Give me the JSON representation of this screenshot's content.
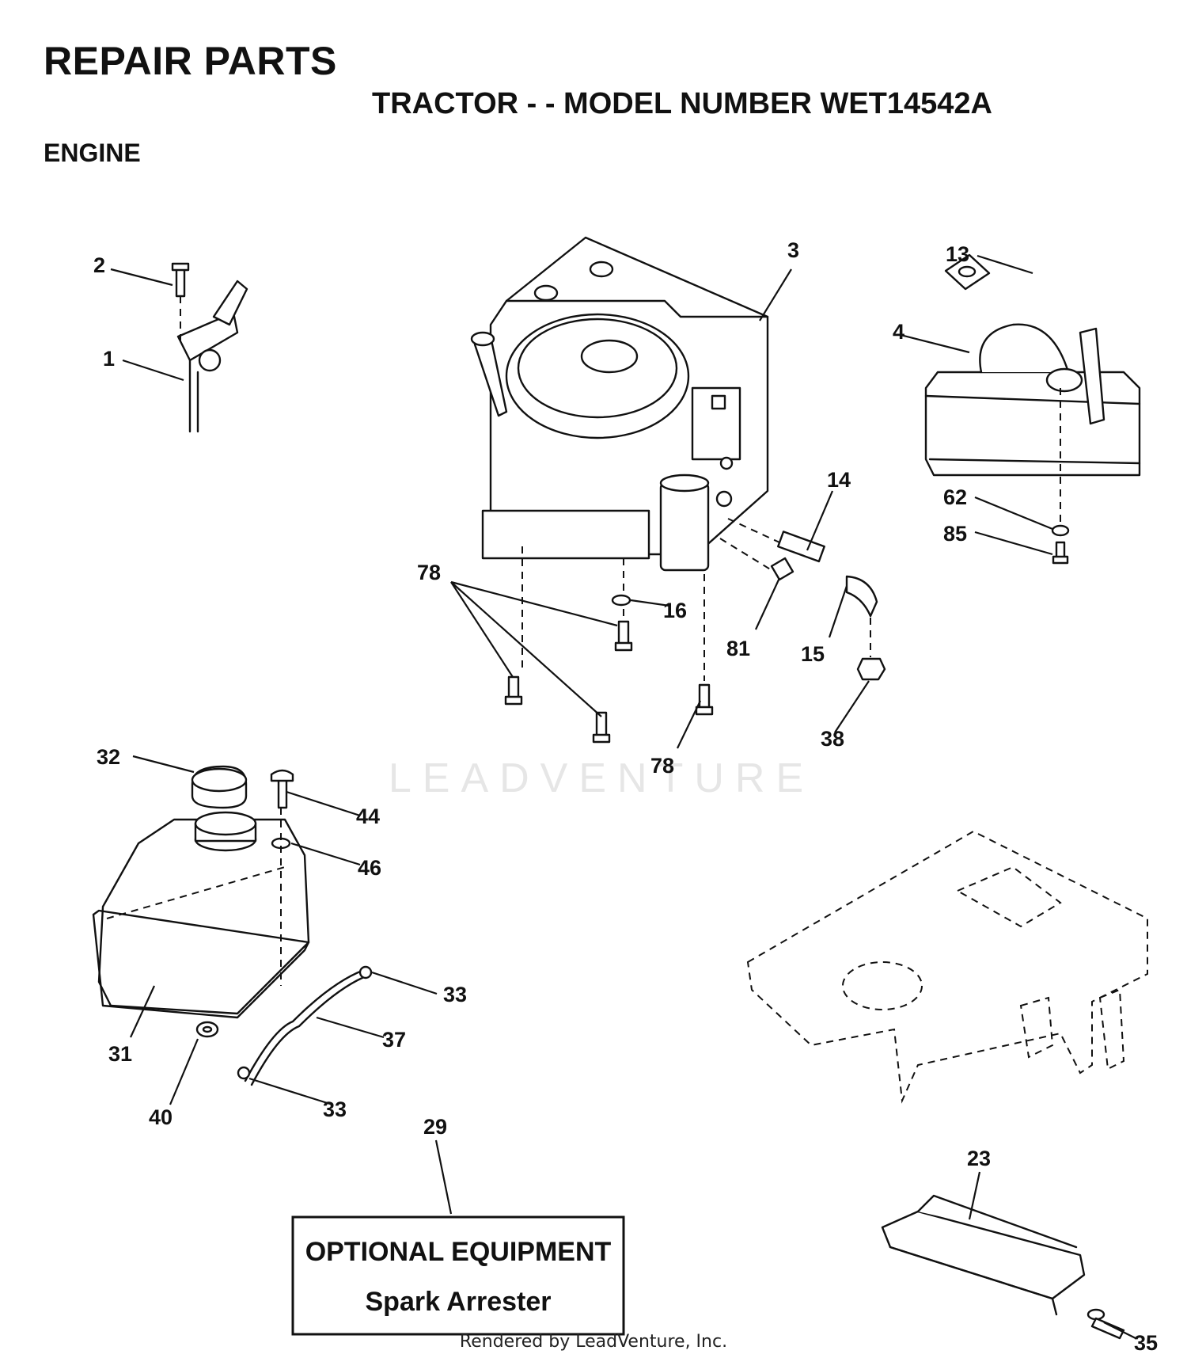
{
  "header": {
    "title": "REPAIR PARTS",
    "subtitle": "TRACTOR - - MODEL NUMBER WET14542A",
    "section": "ENGINE"
  },
  "callouts": {
    "c1": "1",
    "c2": "2",
    "c3": "3",
    "c4": "4",
    "c13": "13",
    "c14": "14",
    "c15": "15",
    "c16": "16",
    "c78a": "78",
    "c78b": "78",
    "c81": "81",
    "c38": "38",
    "c62": "62",
    "c85": "85",
    "c32": "32",
    "c44": "44",
    "c46": "46",
    "c31": "31",
    "c33a": "33",
    "c33b": "33",
    "c37": "37",
    "c40": "40",
    "c29": "29",
    "c23": "23",
    "c35": "35"
  },
  "optional_box": {
    "heading": "OPTIONAL EQUIPMENT",
    "item": "Spark Arrester"
  },
  "watermark": "LEADVENTURE",
  "footer": "Rendered by LeadVenture, Inc."
}
